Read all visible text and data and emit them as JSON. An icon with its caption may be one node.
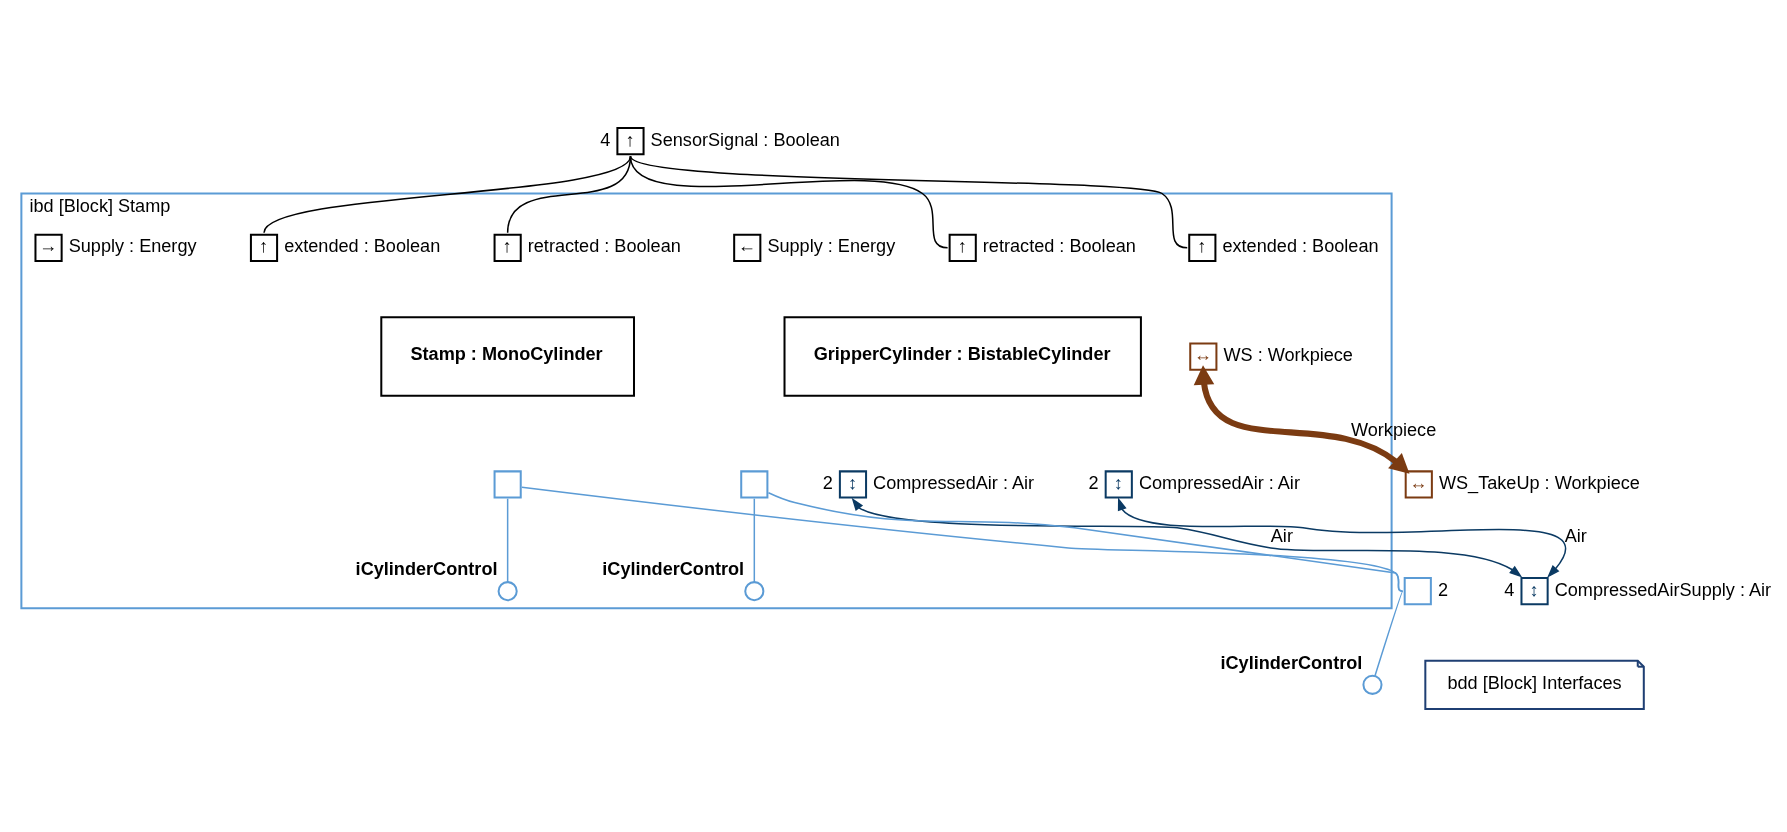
{
  "diagram": {
    "nodes": [
      {
        "text": [
          "ibd [Block] Stamp"
        ]
      },
      {
        "text": [
          "↑"
        ],
        "beside": [
          "4",
          "SensorSignal : Boolean"
        ]
      },
      {
        "text": [
          "Stamp : MonoCylinder"
        ],
        "in": 0
      },
      {
        "text": [
          "↑"
        ],
        "beside": [
          "retracted : Boolean"
        ],
        "in": 0
      },
      {
        "text": [
          "↑"
        ],
        "beside": [
          "extended : Boolean"
        ],
        "in": 0
      },
      {
        "text": [
          "←"
        ],
        "beside": [
          "Supply : Energy"
        ],
        "in": 0
      },
      {
        "text": [
          "↕"
        ],
        "beside": [
          "2",
          "CompressedAir : Air"
        ],
        "in": 0
      },
      {
        "text": [],
        "shape": "box",
        "in": 0
      },
      {
        "text": [
          "GripperCylinder : BistableCylinder"
        ],
        "in": 0
      },
      {
        "text": [
          "↑"
        ],
        "beside": [
          "retracted : Boolean"
        ],
        "in": 0
      },
      {
        "text": [
          "↑"
        ],
        "beside": [
          "extended : Boolean"
        ],
        "in": 0
      },
      {
        "text": [
          "→"
        ],
        "beside": [
          "Supply : Energy"
        ],
        "in": 0
      },
      {
        "text": [
          "↕"
        ],
        "beside": [
          "2",
          "CompressedAir : Air"
        ],
        "in": 0
      },
      {
        "text": [],
        "shape": "box",
        "in": 0
      },
      {
        "text": [
          "↔"
        ],
        "beside": [
          "WS : Workpiece"
        ],
        "in": 0
      },
      {
        "text": [
          "↔"
        ],
        "beside": [
          "WS_TakeUp : Workpiece"
        ]
      },
      {
        "text": [],
        "shape": "circle",
        "beside": [
          "iCylinderControl"
        ],
        "in": 0
      },
      {
        "text": [],
        "shape": "circle",
        "beside": [
          "iCylinderControl"
        ],
        "in": 0
      },
      {
        "text": [],
        "shape": "box",
        "beside": [
          "2"
        ]
      },
      {
        "text": [],
        "shape": "circle",
        "beside": [
          "iCylinderControl"
        ]
      },
      {
        "text": [
          "↕"
        ],
        "beside": [
          "4",
          "CompressedAirSupply : Air"
        ]
      },
      {
        "text": [
          "bdd [Block] Interfaces"
        ]
      }
    ],
    "edges": [
      {
        "from": 1,
        "to": 3,
        "arrow": "none",
        "color": "#000000"
      },
      {
        "from": 1,
        "to": 4,
        "arrow": "none",
        "color": "#000000"
      },
      {
        "from": 1,
        "to": 9,
        "arrow": "none",
        "color": "#000000"
      },
      {
        "from": 1,
        "to": 10,
        "arrow": "none",
        "color": "#000000"
      },
      {
        "from": 6,
        "to": 20,
        "arrow": "both",
        "label": "Air",
        "color": "#0b3a63"
      },
      {
        "from": 12,
        "to": 20,
        "arrow": "both",
        "label": "Air",
        "color": "#0b3a63"
      },
      {
        "from": 14,
        "to": 15,
        "arrow": "both",
        "label": "Workpiece",
        "style": "thick",
        "color": "#7b3b12"
      },
      {
        "from": 7,
        "to": 16,
        "arrow": "none",
        "color": "#5b9bd5"
      },
      {
        "from": 13,
        "to": 17,
        "arrow": "none",
        "color": "#5b9bd5"
      },
      {
        "from": 7,
        "to": 18,
        "arrow": "none",
        "color": "#5b9bd5"
      },
      {
        "from": 13,
        "to": 18,
        "arrow": "none",
        "color": "#5b9bd5"
      },
      {
        "from": 18,
        "to": 19,
        "arrow": "none",
        "color": "#5b9bd5"
      }
    ]
  }
}
